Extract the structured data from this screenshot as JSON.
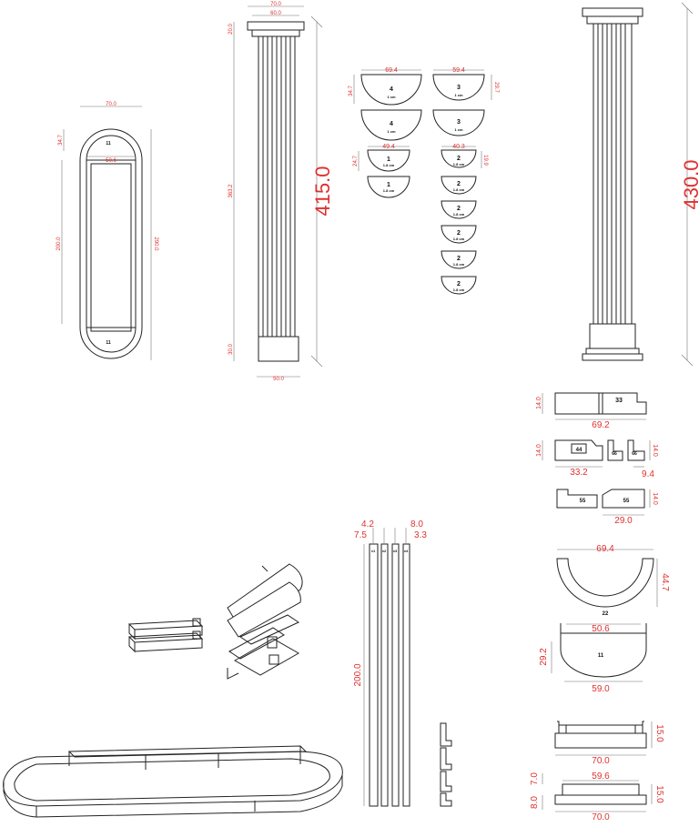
{
  "colors": {
    "dimension_text": "#e03030",
    "line": "#222222",
    "background": "#ffffff"
  },
  "oval_plan": {
    "dims": {
      "width": "70.0",
      "top": "34.7",
      "inner": "50.6",
      "straight": "200.0",
      "total": "290.0"
    },
    "labels": {
      "top": "11",
      "bottom": "11"
    }
  },
  "column_front": {
    "dims": {
      "cap_outer": "70.0",
      "cap_inner": "60.0",
      "cap_h": "20.0",
      "shaft": "363.2",
      "base_h": "30.0",
      "base_w": "50.0",
      "total": "415.0"
    }
  },
  "half_rounds": [
    {
      "num": "4",
      "sub": "1 cm",
      "dim_w": "69.4",
      "dim_h": "34.7"
    },
    {
      "num": "4",
      "sub": "1 cm"
    },
    {
      "num": "1",
      "sub": "1.8 cm",
      "dim_w": "49.4",
      "dim_h": "24.7"
    },
    {
      "num": "1",
      "sub": "1.8 cm"
    },
    {
      "num": "3",
      "sub": "1 cm",
      "dim_w": "59.4",
      "dim_h": "29.7"
    },
    {
      "num": "3",
      "sub": "1 cm"
    },
    {
      "num": "2",
      "sub": "1.8 cm",
      "dim_w": "40.3",
      "dim_h": "19.9"
    },
    {
      "num": "2",
      "sub": "1.8 cm"
    },
    {
      "num": "2",
      "sub": "1.8 cm"
    },
    {
      "num": "2",
      "sub": "1.8 cm"
    },
    {
      "num": "2",
      "sub": "1.8 cm"
    },
    {
      "num": "2",
      "sub": "1.8 cm"
    }
  ],
  "column_side": {
    "total": "430.0"
  },
  "block_parts": {
    "p33": {
      "label": "33",
      "h": "14.0",
      "w": "69.2"
    },
    "p44": {
      "label": "44",
      "h": "14.0",
      "w": "33.2"
    },
    "p66": {
      "label": "66",
      "h": "14.0",
      "w": "9.4"
    },
    "p55": {
      "label": "55",
      "h": "14.0",
      "w": "29.0"
    }
  },
  "u_parts": {
    "p22": {
      "label": "22",
      "w": "69.4",
      "h": "44.7"
    },
    "p11": {
      "label": "11",
      "inner": "50.6",
      "h": "29.2",
      "w": "59.0"
    }
  },
  "strips": {
    "d1": "4.2",
    "d2": "8.0",
    "d3": "7.5",
    "d4": "3.3",
    "length": "200.0",
    "labels": [
      "v1",
      "v2",
      "v3",
      "v4"
    ]
  },
  "base_parts": {
    "upper": {
      "h": "15.0",
      "w": "70.0"
    },
    "lower": {
      "top_w": "59.6",
      "step": "7.0",
      "h": "15.0",
      "bottom": "8.0",
      "w": "70.0"
    }
  }
}
